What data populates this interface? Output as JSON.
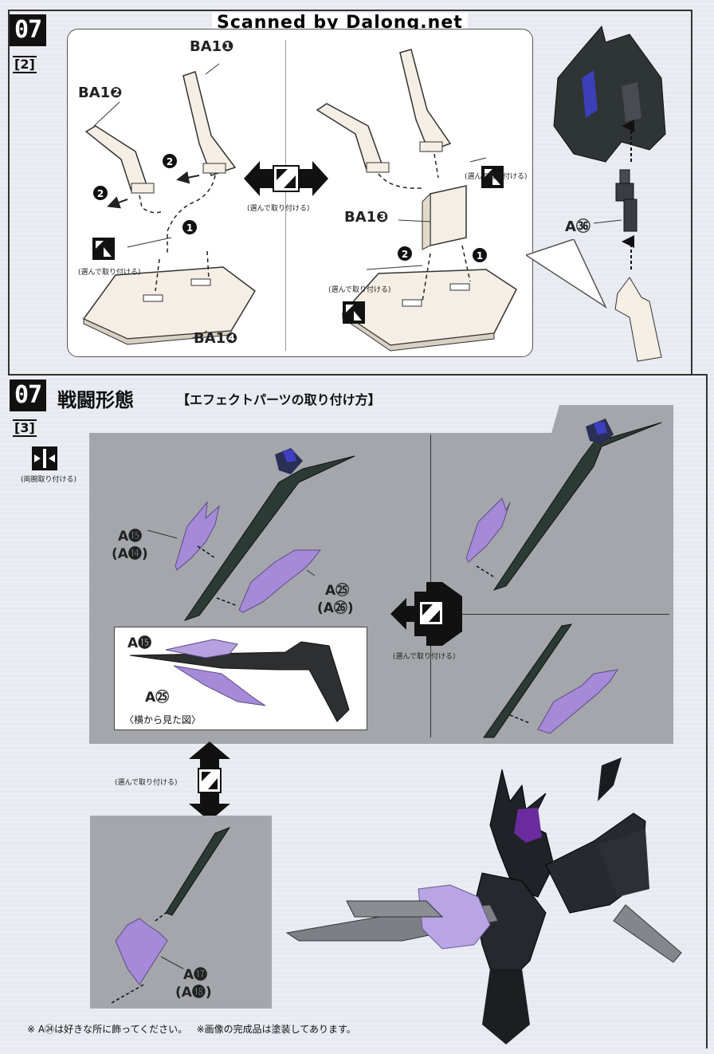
{
  "watermark": "Scanned by Dalong.net",
  "section_top": {
    "step": "07",
    "sub": "[2]",
    "labels": {
      "ba1_1": "BA1❶",
      "ba1_2": "BA1❷",
      "ba1_3": "BA1❸",
      "ba1_4": "BA1❹",
      "a36": "A㊱"
    },
    "choose_note": "(選んで取り付ける)"
  },
  "section_bottom": {
    "step": "07",
    "sub": "[3]",
    "title": "戦闘形態",
    "subtitle": "【エフェクトパーツの取り付け方】",
    "both_arms_note": "(両腕取り付ける)",
    "choose_note": "(選んで取り付ける)",
    "labels": {
      "a15": "A⓯",
      "a14": "(A⓮)",
      "a25": "A㉕",
      "a26": "(A㉖)",
      "a15_side": "A⓯",
      "a25_side": "A㉕",
      "side_view": "〈横から見た図〉",
      "a17": "A⓱",
      "a18": "(A⓲)"
    }
  },
  "footer": {
    "note_prefix": "※",
    "note_part": "A㉔",
    "note_text": "は好きな所に飾ってください。",
    "note2": "※画像の完成品は塗装してあります。"
  },
  "colors": {
    "gray_panel": "#a5a6ab",
    "blade": "#2a3a33",
    "effect": "#9b7fd0",
    "cream": "#f3ece0"
  }
}
